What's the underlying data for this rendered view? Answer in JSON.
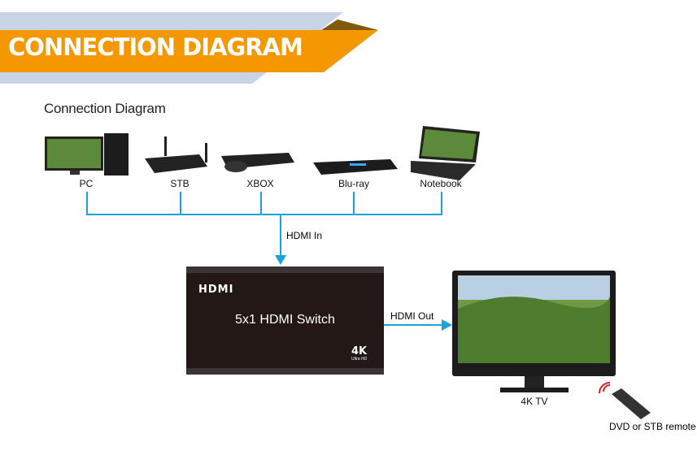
{
  "banner": {
    "title": "CONNECTION DIAGRAM"
  },
  "subtitle": "Connection Diagram",
  "sources": [
    {
      "label": "PC"
    },
    {
      "label": "STB"
    },
    {
      "label": "XBOX"
    },
    {
      "label": "Blu-ray"
    },
    {
      "label": "Notebook"
    }
  ],
  "hdmi_in": "HDMI In",
  "switch": {
    "label": "5x1 HDMI Switch",
    "logo": "HDMI",
    "badge": "4K",
    "badge_sub": "Ultra HD"
  },
  "hdmi_out": "HDMI Out",
  "tv": {
    "label": "4K TV"
  },
  "remote": {
    "label": "DVD or STB remote"
  },
  "colors": {
    "orange": "#f39800",
    "band": "#c6d4e6",
    "line": "#1aa3d9"
  }
}
